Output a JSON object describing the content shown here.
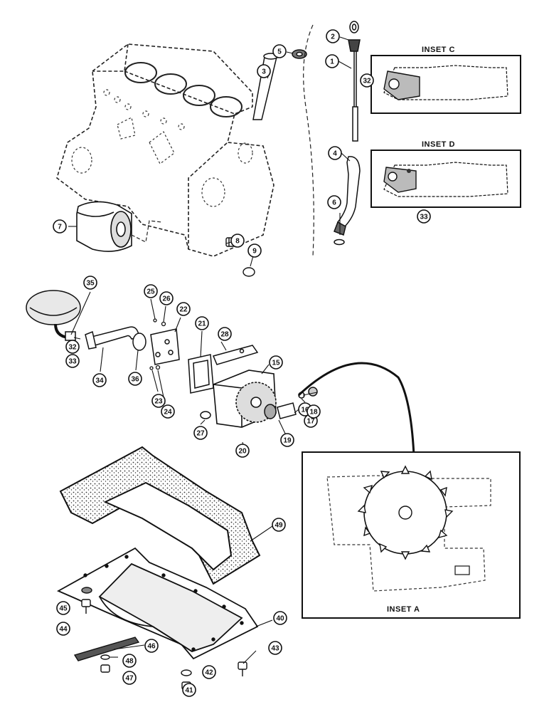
{
  "insets": {
    "c": "INSET C",
    "d": "INSET D",
    "a": "INSET A"
  },
  "callouts": [
    "1",
    "2",
    "3",
    "4",
    "5",
    "6",
    "7",
    "8",
    "9",
    "15",
    "16",
    "17",
    "18",
    "19",
    "20",
    "21",
    "22",
    "23",
    "24",
    "25",
    "26",
    "27",
    "28",
    "32",
    "33",
    "34",
    "35",
    "36",
    "40",
    "41",
    "42",
    "43",
    "44",
    "45",
    "46",
    "47",
    "48",
    "49"
  ],
  "inset_c_callout": "32",
  "inset_d_callout": "33"
}
